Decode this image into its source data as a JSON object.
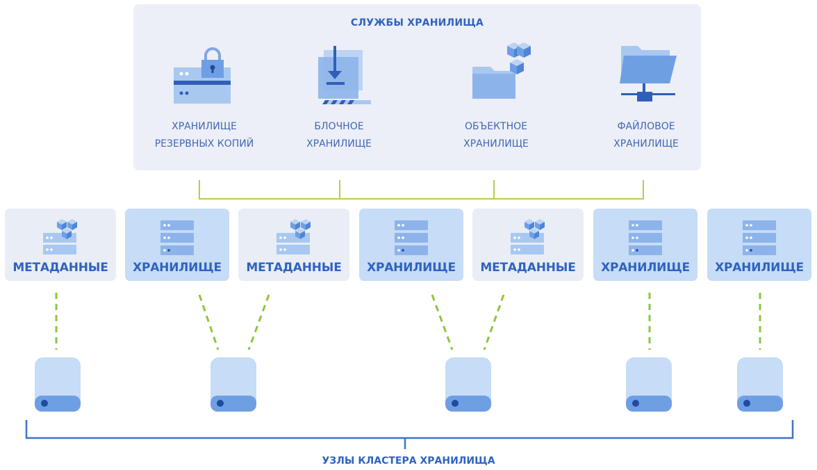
{
  "services": {
    "title": "СЛУЖБЫ ХРАНИЛИЩА",
    "items": [
      {
        "line1": "ХРАНИЛИЩЕ",
        "line2": "РЕЗЕРВНЫХ КОПИЙ",
        "icon": "backup-storage-icon"
      },
      {
        "line1": "БЛОЧНОЕ",
        "line2": "ХРАНИЛИЩЕ",
        "icon": "block-storage-icon"
      },
      {
        "line1": "ОБЪЕКТНОЕ",
        "line2": "ХРАНИЛИЩЕ",
        "icon": "object-storage-icon"
      },
      {
        "line1": "ФАЙЛОВОЕ",
        "line2": "ХРАНИЛИЩЕ",
        "icon": "file-storage-icon"
      }
    ]
  },
  "nodes": [
    {
      "label": "МЕТАДАННЫЕ",
      "kind": "metadata"
    },
    {
      "label": "ХРАНИЛИЩЕ",
      "kind": "storage"
    },
    {
      "label": "МЕТАДАННЫЕ",
      "kind": "metadata"
    },
    {
      "label": "ХРАНИЛИЩЕ",
      "kind": "storage"
    },
    {
      "label": "МЕТАДАННЫЕ",
      "kind": "metadata"
    },
    {
      "label": "ХРАНИЛИЩЕ",
      "kind": "storage"
    },
    {
      "label": "ХРАНИЛИЩЕ",
      "kind": "storage"
    }
  ],
  "cluster": {
    "label": "УЗЛЫ КЛАСТЕРА ХРАНИЛИЩА"
  },
  "colors": {
    "accent": "#2f63c0",
    "connector_green": "#aed14a",
    "dashed_green": "#8cc63f",
    "panel": "#eceff7",
    "storage_card": "#c6dcf7"
  }
}
